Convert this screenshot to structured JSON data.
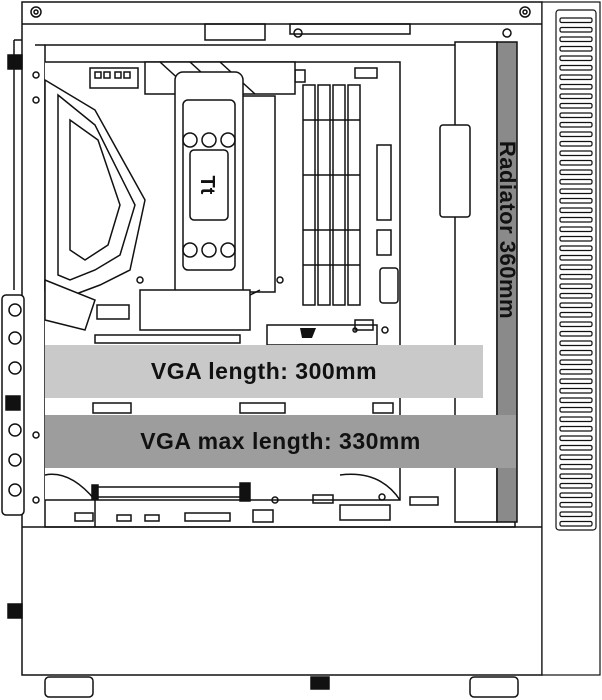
{
  "labels": {
    "vga_length": "VGA length: 300mm",
    "vga_max_length": "VGA max length: 330mm",
    "radiator": "Radiator 360mm"
  },
  "logo": {
    "brand_mark": "Tt"
  },
  "colors": {
    "line": "#111111",
    "vga_length_band": "#c9c9c9",
    "vga_max_band": "#9d9d9d",
    "radiator_band": "#8a8a8a"
  }
}
